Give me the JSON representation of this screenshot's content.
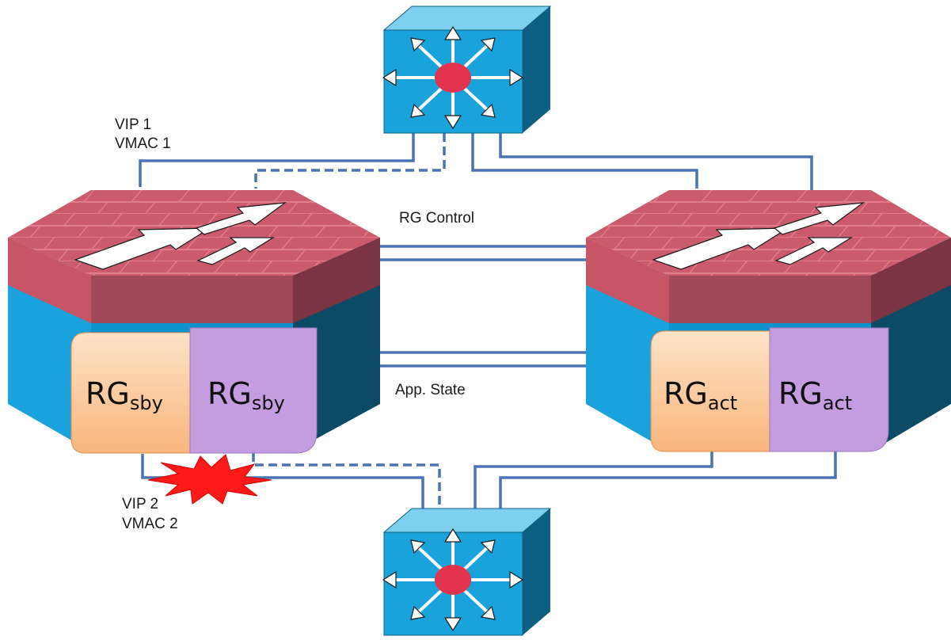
{
  "labels": {
    "vip1": "VIP 1",
    "vmac1": "VMAC 1",
    "vip2": "VIP 2",
    "vmac2": "VMAC 2",
    "rg_control": "RG Control",
    "app_state": "App. State"
  },
  "left_firewall": {
    "rg1": {
      "main": "RG",
      "sub": "sby"
    },
    "rg2": {
      "main": "RG",
      "sub": "sby"
    }
  },
  "right_firewall": {
    "rg1": {
      "main": "RG",
      "sub": "act"
    },
    "rg2": {
      "main": "RG",
      "sub": "act"
    }
  },
  "colors": {
    "switch_front": "#1aa3db",
    "switch_top": "#7fd0ef",
    "switch_side": "#0e5f82",
    "firewall_top": "#cb5a6c",
    "firewall_band": "#9a4655",
    "firewall_body": "#19a2dc",
    "firewall_dark": "#0c4a66",
    "rg_orange": "#fbc896",
    "rg_purple": "#c49de0",
    "link": "#4a74b4",
    "failure": "#ff1a1a"
  },
  "icons": {
    "switch": "multilayer-switch-icon",
    "firewall": "firewall-icon",
    "failure": "failure-burst-icon"
  }
}
